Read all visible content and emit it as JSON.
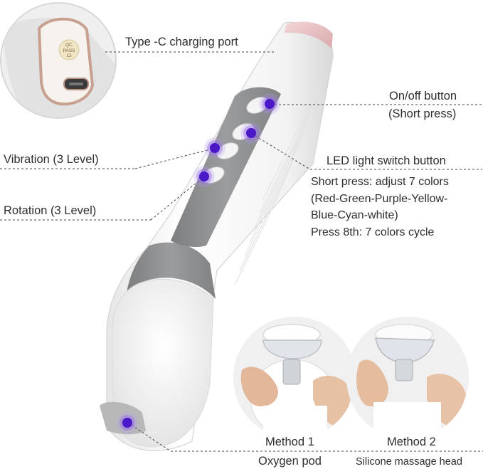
{
  "callouts": {
    "charging_port": "Type -C charging port",
    "onoff_title": "On/off button",
    "onoff_sub": "(Short press)",
    "vibration": "Vibration (3 Level)",
    "rotation": "Rotation (3 Level)",
    "led_title": "LED light switch button",
    "led_lines": [
      "Short press: adjust 7 colors",
      "(Red-Green-Purple-Yellow-",
      "Blue-Cyan-white)",
      "Press 8th: 7 colors cycle"
    ]
  },
  "methods": {
    "method1_title": "Method 1",
    "method1_sub": "Oxygen pod",
    "method2_title": "Method 2",
    "method2_sub": "Silicone massage head"
  },
  "port_inset": {
    "stamp_lines": [
      "QC",
      "PASS",
      "12"
    ]
  },
  "colors": {
    "marker": "#4b18c8",
    "device_body": "#f7f7f7",
    "button_strip": "#8f9193",
    "leader_line": "#444444"
  }
}
